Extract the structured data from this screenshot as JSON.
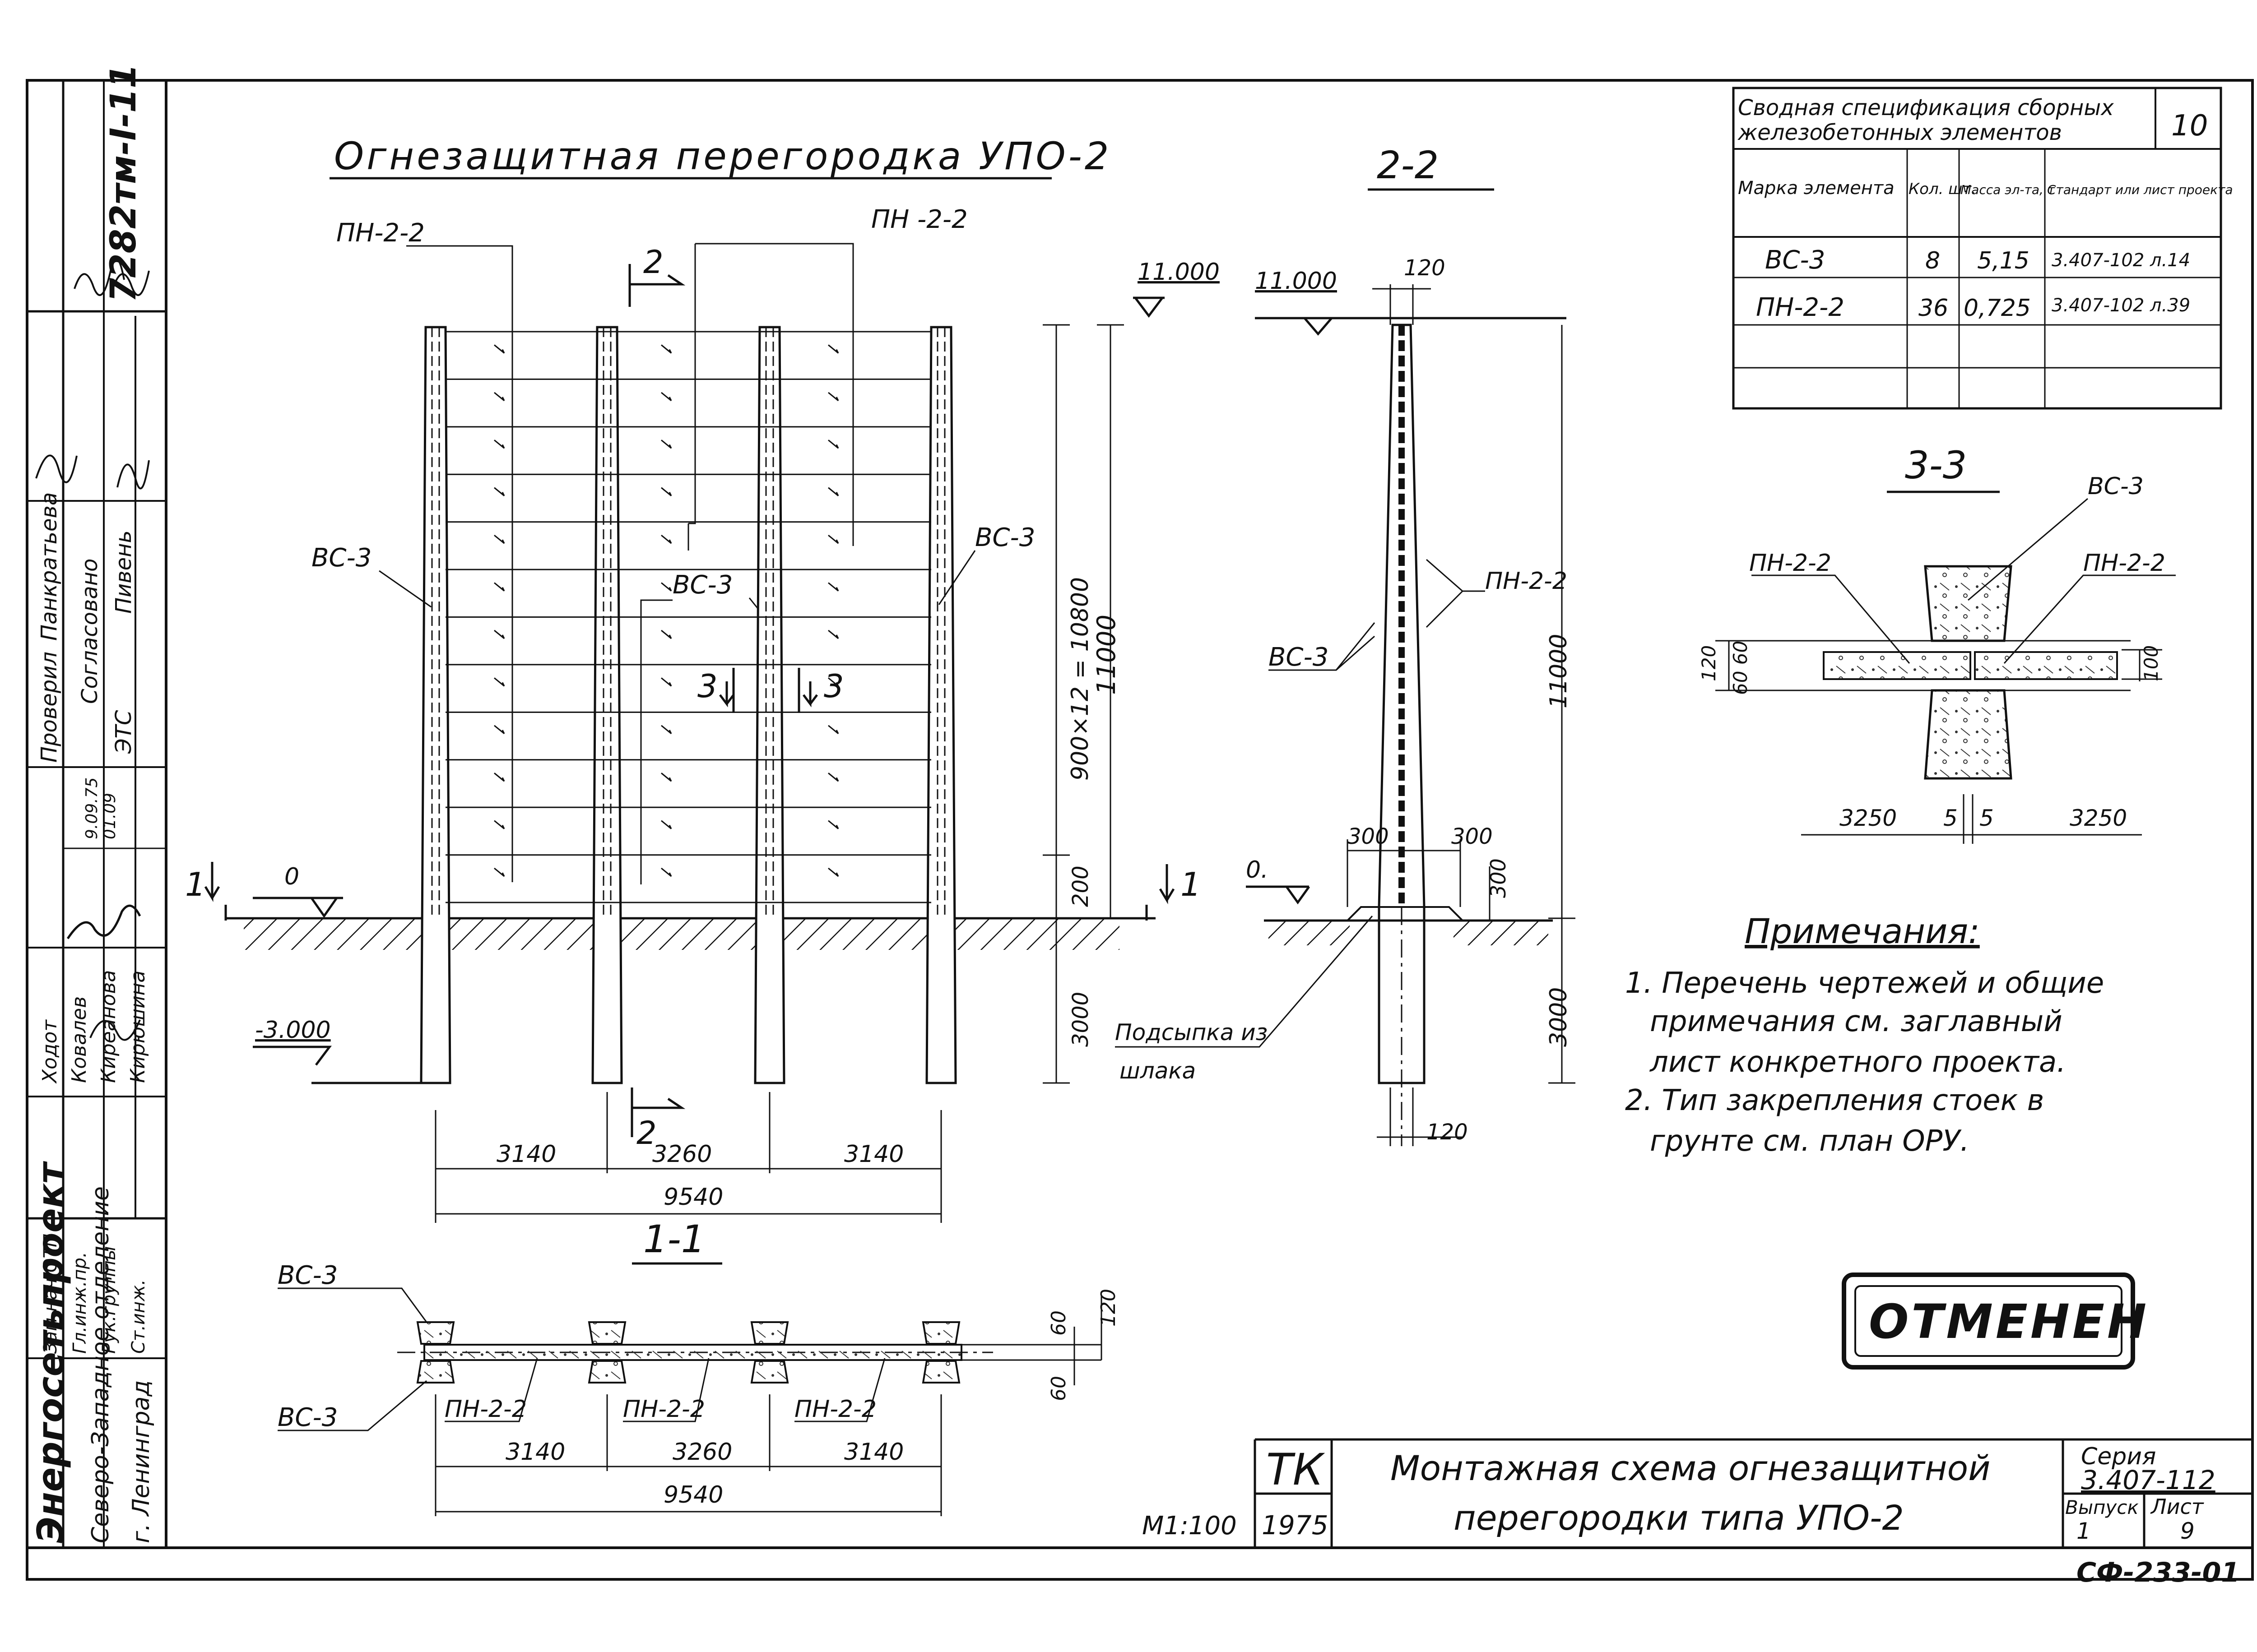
{
  "drawing": {
    "main_title": "Огнезащитная перегородка УПО-2",
    "section_2_title": "2-2",
    "section_3_title": "3-3",
    "section_1_title": "1-1",
    "scale": "М1:100",
    "stamp_text": "ОТМЕНЕН"
  },
  "elevation": {
    "mark_top": "11.000",
    "mark_zero": "0",
    "mark_bottom": "-3.000",
    "label_pn_left": "ПН-2-2",
    "label_pn_right": "ПН -2-2",
    "label_vc_left": "ВС-3",
    "label_vc_mid": "ВС-3",
    "label_vc_right": "ВС-3",
    "dim_height": "11000",
    "dim_panels": "900×12 = 10800",
    "dim_200": "200",
    "dim_3000": "3000",
    "dim_span_1": "3140",
    "dim_span_2": "3260",
    "dim_span_3": "3140",
    "dim_total": "9540",
    "cut_2": "2",
    "cut_3_left": "3",
    "cut_3_right": "3",
    "cut_1": "1"
  },
  "section22": {
    "mark_top": "11.000",
    "mark_zero": "0.",
    "dim_120_top": "120",
    "dim_120_bottom": "120",
    "dim_11000": "11000",
    "dim_3000": "3000",
    "dim_300_left": "300",
    "dim_300_right": "300",
    "dim_300_vert": "300",
    "label_pn": "ПН-2-2",
    "label_vc": "ВС-3",
    "slag_line1": "Подсыпка из",
    "slag_line2": "шлака"
  },
  "section33": {
    "label_vc": "ВС-3",
    "label_pn_left": "ПН-2-2",
    "label_pn_right": "ПН-2-2",
    "dim_120": "120",
    "dim_60_60": "60 60",
    "dim_100": "100",
    "dim_3250_left": "3250",
    "dim_5_left": "5",
    "dim_5_right": "5",
    "dim_3250_right": "3250"
  },
  "plan11": {
    "label_vc_top": "ВС-3",
    "label_vc_bottom": "ВС-3",
    "label_pn_1": "ПН-2-2",
    "label_pn_2": "ПН-2-2",
    "label_pn_3": "ПН-2-2",
    "dim_60_top": "60",
    "dim_120": "120",
    "dim_60_bottom": "60",
    "dim_span_1": "3140",
    "dim_span_2": "3260",
    "dim_span_3": "3140",
    "dim_total": "9540"
  },
  "spec_table": {
    "title_line1": "Сводная спецификация сборных",
    "title_line2": "железобетонных элементов",
    "sheet_no": "10",
    "headers": [
      "Марка элемента",
      "Кол. шт.",
      "Масса эл-та, т",
      "Стандарт или лист проекта"
    ],
    "rows": [
      [
        "ВС-3",
        "8",
        "5,15",
        "3.407-102 л.14"
      ],
      [
        "ПН-2-2",
        "36",
        "0,725",
        "3.407-102 л.39"
      ]
    ]
  },
  "notes": {
    "title": "Примечания:",
    "line1": "1. Перечень чертежей и общие",
    "line2": "примечания см. заглавный",
    "line3": "лист конкретного проекта.",
    "line4": "2. Тип закрепления стоек в",
    "line5": "грунте см. план ОРУ."
  },
  "title_block": {
    "tk": "ТК",
    "year": "1975",
    "title_line1": "Монтажная схема огнезащитной",
    "title_line2": "перегородки типа УПО-2",
    "series_label": "Серия",
    "series_value": "3.407-112",
    "issue_label": "Выпуск",
    "issue_value": "1",
    "sheet_label": "Лист",
    "sheet_value": "9",
    "code": "СФ-233-01"
  },
  "side_stamp": {
    "project_no": "7282тм-I-11",
    "org_name": "Энергосетьпроект",
    "org_branch": "Северо-Западное отделение",
    "org_city": "г. Ленинград",
    "roles": [
      "Зам.нач.ОТП",
      "Гл.инж.пр.",
      "Рук.группы",
      "Ст.инж."
    ],
    "names": [
      "Ходот",
      "Ковалев",
      "Киреанова",
      "Кирюшина"
    ],
    "dates": [
      "9.09.75",
      "01.09"
    ],
    "checked_label": "Проверил",
    "checked_name": "Панкратьева",
    "agreed_label": "Согласовано",
    "dept": "ЭТС",
    "agreed_name": "Пивень"
  }
}
